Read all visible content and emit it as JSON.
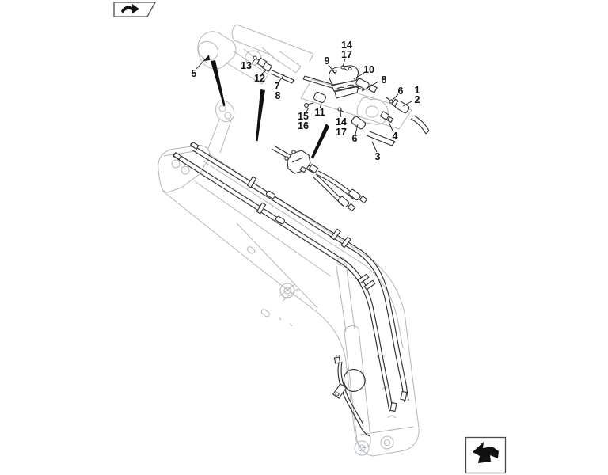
{
  "nav": {
    "top_left_button": {
      "icon": "page-forward-arrow-icon"
    },
    "bottom_right_button": {
      "icon": "page-return-arrow-icon"
    }
  },
  "diagram": {
    "kind": "exploded-parts-diagram",
    "subject": "boom hydraulic piping assembly",
    "callouts": [
      {
        "label": "5"
      },
      {
        "label": "13"
      },
      {
        "label": "12"
      },
      {
        "label": "7"
      },
      {
        "label": "8"
      },
      {
        "label": "14"
      },
      {
        "label": "17"
      },
      {
        "label": "9"
      },
      {
        "label": "10"
      },
      {
        "label": "8"
      },
      {
        "label": "6"
      },
      {
        "label": "1"
      },
      {
        "label": "2"
      },
      {
        "label": "15"
      },
      {
        "label": "16"
      },
      {
        "label": "11"
      },
      {
        "label": "14"
      },
      {
        "label": "17"
      },
      {
        "label": "6"
      },
      {
        "label": "4"
      },
      {
        "label": "3"
      }
    ]
  },
  "colors": {
    "background": "#ffffff",
    "ghost_line": "#b2b7bb",
    "part_line": "#2e2e2e",
    "callout_text": "#111111",
    "wedge": "#111111"
  }
}
